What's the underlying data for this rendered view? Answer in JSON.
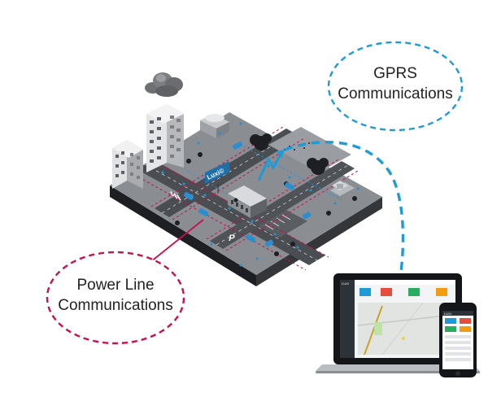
{
  "callouts": {
    "gprs": {
      "line1": "GPRS",
      "line2": "Communications",
      "color": "#1e9bd7"
    },
    "plc": {
      "line1": "Power Line",
      "line2": "Communications",
      "color": "#c8104f"
    }
  },
  "city": {
    "billboard_text": "Luxi©",
    "parking_text": "P"
  },
  "devices": {
    "laptop_brand": "LUXI",
    "phone_brand": "LUXI"
  },
  "colors": {
    "road": "#4a4d52",
    "block": "#8e9196",
    "block_side": "#2b2d31",
    "plc_line": "#c8104f",
    "gprs_line": "#1e9bd7",
    "car": "#2a8fd0"
  }
}
